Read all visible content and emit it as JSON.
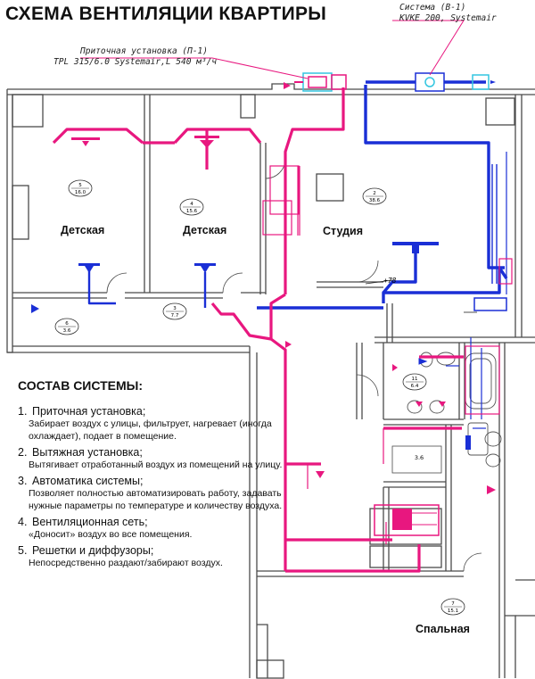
{
  "title": "СХЕМА ВЕНТИЛЯЦИИ КВАРТИРЫ",
  "supply_unit": {
    "name": "Приточная установка (П-1)",
    "model": "TPL 315/6.0 Systemair,L 540 м³/ч"
  },
  "exhaust_unit": {
    "name": "Система (В-1)",
    "model": "KVKE 200, Systemair"
  },
  "rooms": [
    {
      "name": "Детская",
      "number": "5",
      "area": "16.0"
    },
    {
      "name": "Детская",
      "number": "4",
      "area": "15.6"
    },
    {
      "name": "Студия",
      "number": "2",
      "area": "38.6"
    },
    {
      "name": "Спальная",
      "number": "7",
      "area": "15.1"
    }
  ],
  "other_rooms": [
    {
      "number": "6",
      "area": "3.6"
    },
    {
      "number": "3",
      "area": "7.7"
    },
    {
      "number": "11",
      "area": "6.4"
    },
    {
      "number": "",
      "area": "3.6"
    }
  ],
  "misc_labels": {
    "elevation": "+78"
  },
  "legend": {
    "heading": "СОСТАВ СИСТЕМЫ:",
    "items": [
      {
        "num": "1.",
        "title": "Приточная установка;",
        "desc": "Забирает воздух с улицы, фильтрует, нагревает (иногда охлаждает), подает в помещение."
      },
      {
        "num": "2.",
        "title": "Вытяжная установка;",
        "desc": "Вытягивает отработанный воздух из помещений на улицу."
      },
      {
        "num": "3.",
        "title": "Автоматика системы;",
        "desc": "Позволяет полностью автоматизировать работу, задавать нужные параметры по температуре и количеству воздуха."
      },
      {
        "num": "4.",
        "title": "Вентиляционная сеть;",
        "desc": "«Доносит» воздух во все помещения."
      },
      {
        "num": "5.",
        "title": "Решетки и диффузоры;",
        "desc": "Непосредственно раздают/забирают воздух."
      }
    ]
  },
  "colors": {
    "supply": "#e8177f",
    "exhaust": "#1a2fd6",
    "walls": "#4a4a4a",
    "unit_highlight": "#33c6e0"
  }
}
